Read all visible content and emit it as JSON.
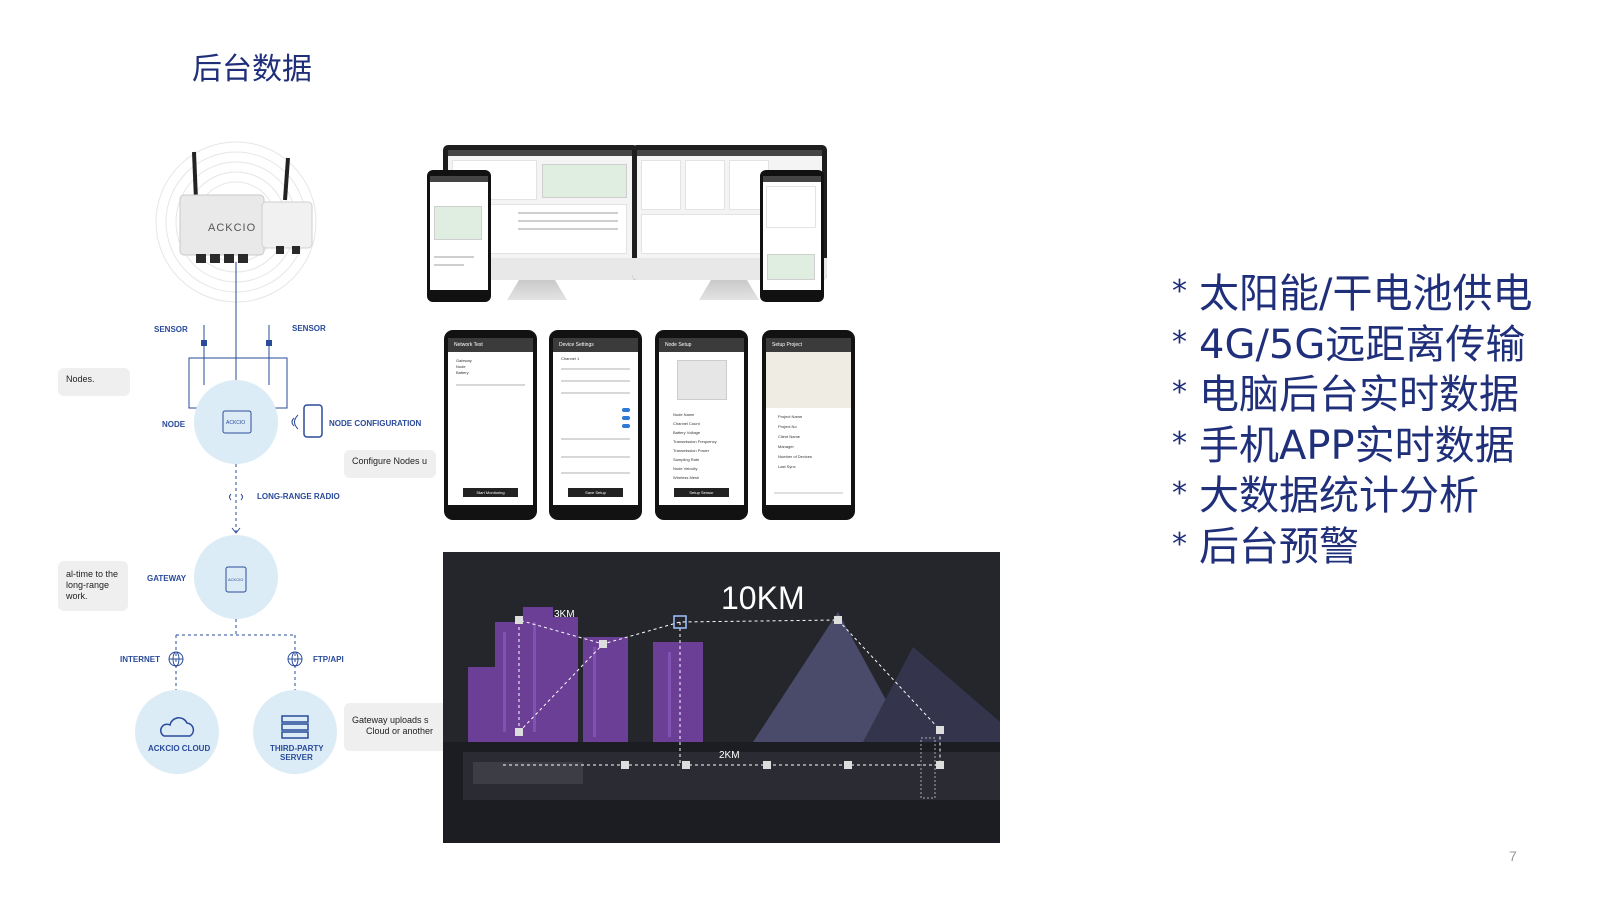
{
  "slide": {
    "title": "后台数据",
    "page_number": "7"
  },
  "bullets": [
    "太阳能/干电池供电",
    "4G/5G远距离传输",
    "电脑后台实时数据",
    "手机APP实时数据",
    "大数据统计分析",
    "后台预警"
  ],
  "bullet_marker": "*",
  "diagram": {
    "brand": "ACKCIO",
    "node_chip": "ACKCIO",
    "gateway_chip": "ACKCIO",
    "labels": {
      "sensor_left": "SENSOR",
      "sensor_right": "SENSOR",
      "node": "NODE",
      "node_configuration": "NODE CONFIGURATION",
      "long_range_radio": "LONG-RANGE RADIO",
      "gateway": "GATEWAY",
      "internet": "INTERNET",
      "ftp_api": "FTP/API",
      "ackcio_cloud": "ACKCIO CLOUD",
      "third_party_server_1": "THIRD-PARTY",
      "third_party_server_2": "SERVER"
    },
    "callouts": {
      "nodes": "Nodes.",
      "configure": "Configure Nodes u",
      "realtime_1": "al-time to the",
      "realtime_2": "long-range",
      "realtime_3": "work.",
      "uploads_1": "Gateway uploads s",
      "uploads_2": "Cloud or another"
    }
  },
  "phones": [
    {
      "title": "Network Test",
      "button": "Start Monitoring",
      "lines": [
        "Gateway",
        "Node",
        "Battery"
      ]
    },
    {
      "title": "Device Settings",
      "button": "Save Setup",
      "lines": [
        "Channel 1"
      ]
    },
    {
      "title": "Node Setup",
      "button": "Setup Sensor",
      "lines": [
        "Node Name",
        "Channel Count",
        "Battery Voltage",
        "Transmission Frequency",
        "Transmission Power",
        "Sampling Rate",
        "Node Velocity",
        "Wireless Mesh"
      ]
    },
    {
      "title": "Setup Project",
      "button": "",
      "lines": [
        "Project Name",
        "Project No",
        "Client Name",
        "Manager",
        "Number of Devices",
        "Last Sync"
      ]
    }
  ],
  "scene": {
    "distance_long": "10KM",
    "distance_short": "3KM",
    "distance_tunnel": "2KM"
  },
  "colors": {
    "title_blue": "#1f2f7a",
    "diagram_blue": "#2a4b9a",
    "circle_fill": "#dcecf6",
    "scene_bg": "#25262b",
    "building_purple": "#7b4fa8"
  }
}
